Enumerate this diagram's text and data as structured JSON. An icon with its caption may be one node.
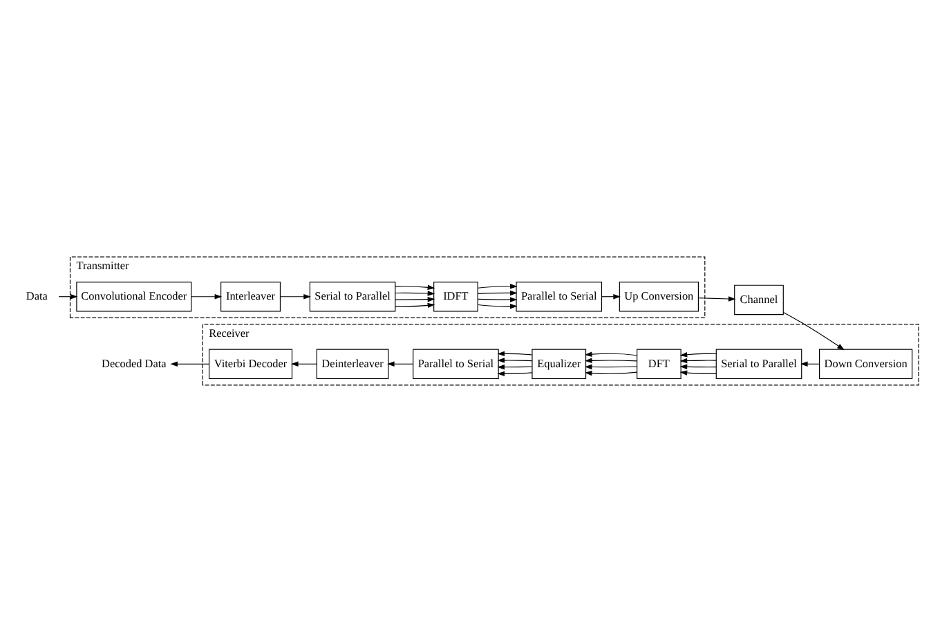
{
  "diagram": {
    "nodes": [
      {
        "text": [
          "Data"
        ]
      },
      {
        "text": [
          "Transmitter"
        ]
      },
      {
        "text": [
          "Convolutional Encoder"
        ],
        "in": 1
      },
      {
        "text": [
          "Interleaver"
        ],
        "in": 1
      },
      {
        "text": [
          "Serial to Parallel"
        ],
        "in": 1
      },
      {
        "text": [
          "IDFT"
        ],
        "in": 1
      },
      {
        "text": [
          "Parallel to Serial"
        ],
        "in": 1
      },
      {
        "text": [
          "Up Conversion"
        ],
        "in": 1
      },
      {
        "text": [
          "Channel"
        ]
      },
      {
        "text": [
          "Receiver"
        ]
      },
      {
        "text": [
          "Down Conversion"
        ],
        "in": 9
      },
      {
        "text": [
          "Serial to Parallel"
        ],
        "in": 9
      },
      {
        "text": [
          "DFT"
        ],
        "in": 9
      },
      {
        "text": [
          "Equalizer"
        ],
        "in": 9
      },
      {
        "text": [
          "Parallel to Serial"
        ],
        "in": 9
      },
      {
        "text": [
          "Deinterleaver"
        ],
        "in": 9
      },
      {
        "text": [
          "Viterbi Decoder"
        ],
        "in": 9
      },
      {
        "text": [
          "Decoded Data"
        ]
      }
    ],
    "edges": [
      {
        "from": 0,
        "to": 2,
        "arrow": "to"
      },
      {
        "from": 2,
        "to": 3,
        "arrow": "to"
      },
      {
        "from": 3,
        "to": 4,
        "arrow": "to"
      },
      {
        "from": 4,
        "to": 5,
        "arrow": "to"
      },
      {
        "from": 4,
        "to": 5,
        "arrow": "to"
      },
      {
        "from": 4,
        "to": 5,
        "arrow": "to"
      },
      {
        "from": 4,
        "to": 5,
        "arrow": "to"
      },
      {
        "from": 5,
        "to": 6,
        "arrow": "to"
      },
      {
        "from": 5,
        "to": 6,
        "arrow": "to"
      },
      {
        "from": 5,
        "to": 6,
        "arrow": "to"
      },
      {
        "from": 5,
        "to": 6,
        "arrow": "to"
      },
      {
        "from": 6,
        "to": 7,
        "arrow": "to"
      },
      {
        "from": 7,
        "to": 8,
        "arrow": "to"
      },
      {
        "from": 8,
        "to": 10,
        "arrow": "to"
      },
      {
        "from": 10,
        "to": 11,
        "arrow": "to"
      },
      {
        "from": 11,
        "to": 12,
        "arrow": "to"
      },
      {
        "from": 11,
        "to": 12,
        "arrow": "to"
      },
      {
        "from": 11,
        "to": 12,
        "arrow": "to"
      },
      {
        "from": 11,
        "to": 12,
        "arrow": "to"
      },
      {
        "from": 12,
        "to": 13,
        "arrow": "to"
      },
      {
        "from": 12,
        "to": 13,
        "arrow": "to"
      },
      {
        "from": 12,
        "to": 13,
        "arrow": "to"
      },
      {
        "from": 12,
        "to": 13,
        "arrow": "to"
      },
      {
        "from": 13,
        "to": 14,
        "arrow": "to"
      },
      {
        "from": 13,
        "to": 14,
        "arrow": "to"
      },
      {
        "from": 13,
        "to": 14,
        "arrow": "to"
      },
      {
        "from": 13,
        "to": 14,
        "arrow": "to"
      },
      {
        "from": 14,
        "to": 15,
        "arrow": "to"
      },
      {
        "from": 15,
        "to": 16,
        "arrow": "to"
      },
      {
        "from": 16,
        "to": 17,
        "arrow": "to"
      }
    ]
  }
}
